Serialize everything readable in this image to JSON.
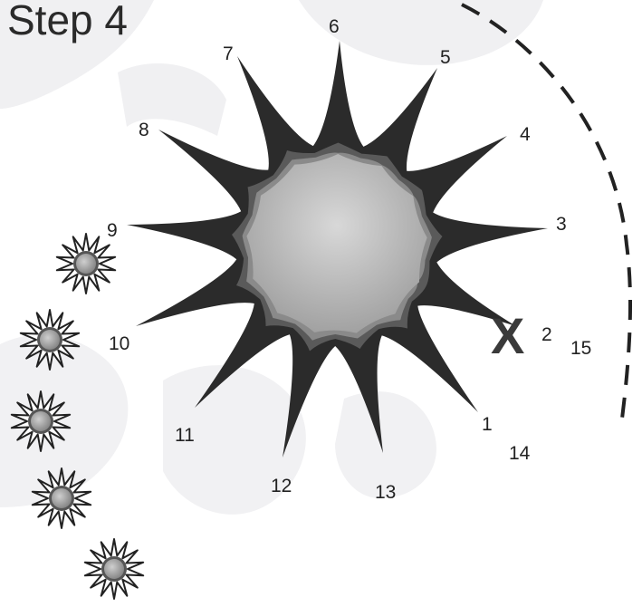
{
  "title": "Step 4",
  "point_labels": [
    "1",
    "2",
    "3",
    "4",
    "5",
    "6",
    "7",
    "8",
    "9",
    "10",
    "11",
    "12",
    "13",
    "14",
    "15"
  ],
  "marker": "X",
  "icons": {
    "main_star": "large-sun-star-icon",
    "small_star": "small-sun-star-icon",
    "marker": "x-marker-icon"
  },
  "colors": {
    "spike_fill": "#2b2b2b",
    "outer_band": "#5a5a5a",
    "middle_band": "#8a8a8a",
    "core_light": "#d6d6d6",
    "core_dark": "#a3a3a3",
    "background_shape": "#eeeef0",
    "dashed_path": "#222222"
  },
  "small_star_count": 5,
  "main_star_spikes": 13
}
